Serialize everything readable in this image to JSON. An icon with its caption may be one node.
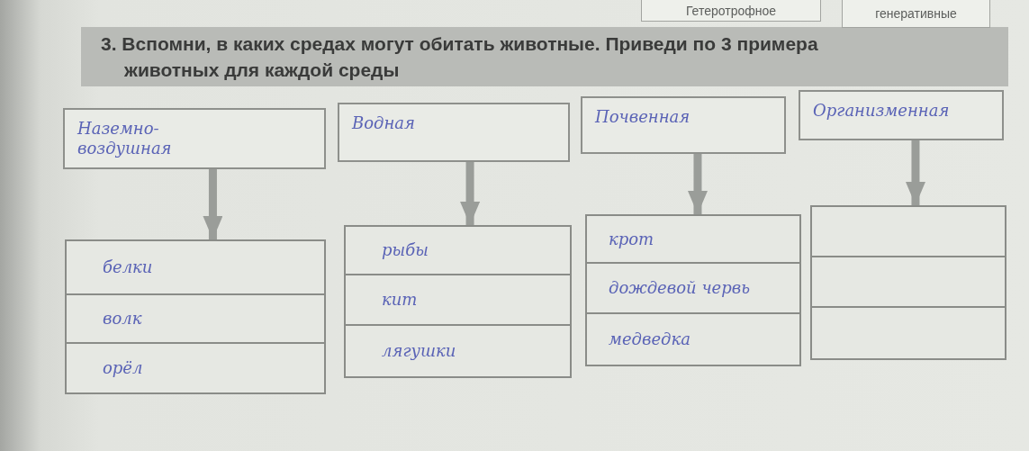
{
  "diagram": {
    "title": "3. Вспомни, в каких средах могут обитать животные. Приведи по 3 примера животных для каждой среды",
    "nodes": [
      {
        "text": [
          "Гетеротрофное"
        ]
      },
      {
        "text": [
          "генеративные"
        ]
      },
      {
        "text": [
          "Наземно-воздушная"
        ]
      },
      {
        "text": [
          "Водная"
        ]
      },
      {
        "text": [
          "Почвенная"
        ]
      },
      {
        "text": [
          "Организменная"
        ]
      },
      {
        "text": [
          "белки"
        ]
      },
      {
        "text": [
          "волк"
        ]
      },
      {
        "text": [
          "орёл"
        ]
      },
      {
        "text": [
          "рыбы"
        ]
      },
      {
        "text": [
          "кит"
        ]
      },
      {
        "text": [
          "лягушки"
        ]
      },
      {
        "text": [
          "крот"
        ]
      },
      {
        "text": [
          "дождевой червь"
        ]
      },
      {
        "text": [
          "медведка"
        ]
      },
      {
        "text": [],
        "shape": "box"
      },
      {
        "text": [],
        "shape": "box"
      },
      {
        "text": [],
        "shape": "box"
      }
    ],
    "edges": [
      {
        "from": 2,
        "to": 6,
        "arrow": "to"
      },
      {
        "from": 3,
        "to": 9,
        "arrow": "to"
      },
      {
        "from": 4,
        "to": 12,
        "arrow": "to"
      },
      {
        "from": 5,
        "to": 15,
        "arrow": "to"
      }
    ]
  }
}
